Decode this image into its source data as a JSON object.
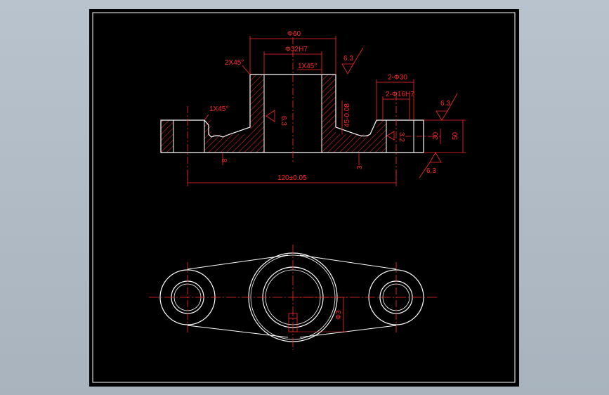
{
  "drawing": {
    "dimensions": {
      "top_width": "Φ60",
      "bore": "Φ32H7",
      "chamfer_top": "2X45°",
      "chamfer_inner": "1X45°",
      "chamfer_left": "1X45°",
      "center_distance": "120±0.05",
      "hole_dia": "2-Φ30",
      "hole_fit": "2-Φ16H7",
      "height": "50",
      "step_h": "30",
      "boss_h": "45-0.08",
      "rough_a": "6.3",
      "rough_b": "6.3",
      "rough_c": "6.3",
      "rough_d": "6.3",
      "rough_e": "3.2",
      "small_left": "8",
      "small_right": "3",
      "plan_dim": "Φ3"
    }
  },
  "colors": {
    "background": "#000000",
    "frame": "#ffffff",
    "outline": "#ffffff",
    "dimension": "#ff2a2a",
    "hatch": "#ff2a2a",
    "workspace": "#b3bdc7"
  }
}
